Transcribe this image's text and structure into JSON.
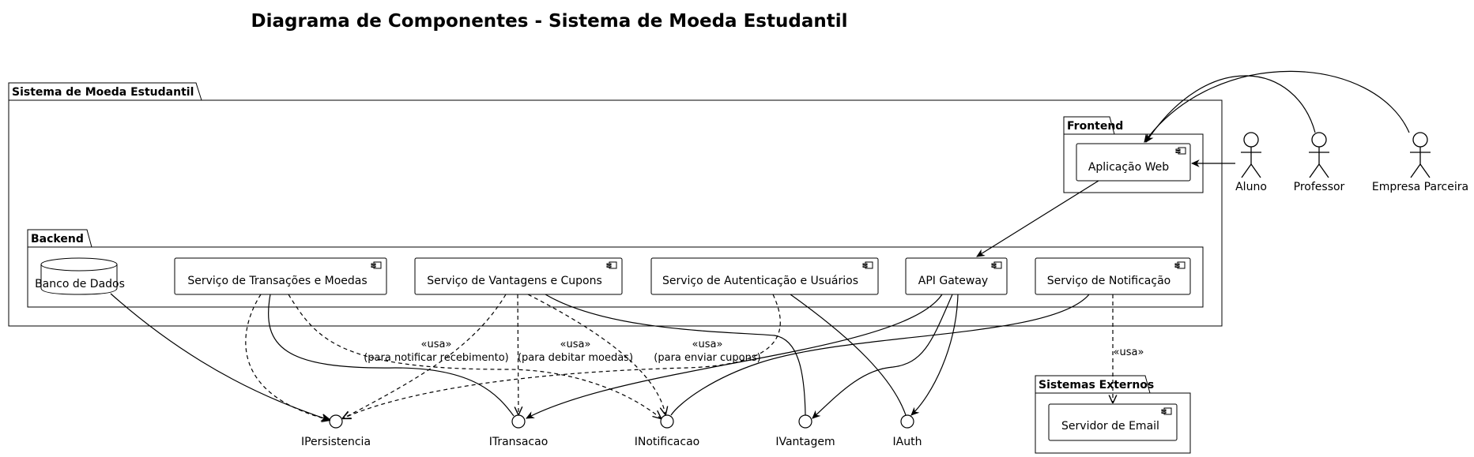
{
  "title": "Diagrama de Componentes - Sistema de Moeda Estudantil",
  "packages": {
    "system": "Sistema de Moeda Estudantil",
    "frontend": "Frontend",
    "backend": "Backend",
    "external": "Sistemas Externos"
  },
  "components": {
    "web_app": "Aplicação Web",
    "database": "Banco de Dados",
    "transactions": "Serviço de Transações e Moedas",
    "advantages": "Serviço de Vantagens e Cupons",
    "auth": "Serviço de Autenticação e Usuários",
    "gateway": "API Gateway",
    "notification": "Serviço de Notificação",
    "email_server": "Servidor de Email"
  },
  "actors": {
    "student": "Aluno",
    "professor": "Professor",
    "company": "Empresa Parceira"
  },
  "interfaces": {
    "persistence": "IPersistencia",
    "transaction": "ITransacao",
    "notification": "INotificacao",
    "advantage": "IVantagem",
    "auth": "IAuth"
  },
  "edge_labels": {
    "notify_stereo": "«usa»",
    "notify_text": "(para notificar recebimento)",
    "debit_stereo": "«usa»",
    "debit_text": "(para debitar moedas)",
    "coupons_stereo": "«usa»",
    "coupons_text": "(para enviar cupons)",
    "email_stereo": "«usa»"
  }
}
